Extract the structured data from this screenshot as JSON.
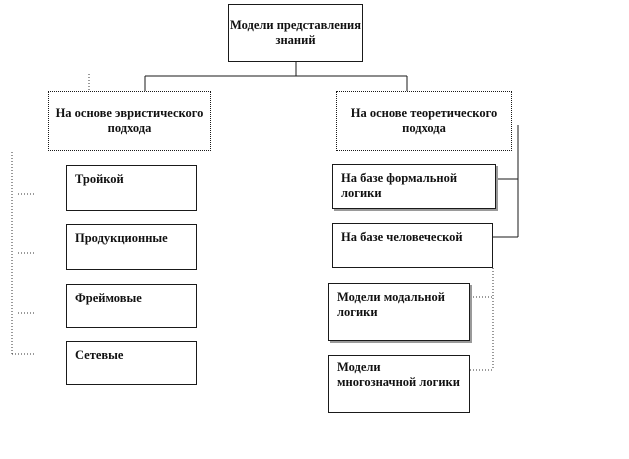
{
  "diagram": {
    "root": {
      "label": "Модели представления знаний"
    },
    "heuristic": {
      "label": "На основе эвристического подхода",
      "children": [
        "Тройкой",
        "Продукционные",
        "Фреймовые",
        "Сетевые"
      ]
    },
    "theoretical": {
      "label": "На основе теоретического подхода",
      "children": [
        "На базе формальной логики",
        "На базе человеческой",
        "Модели модальной логики",
        "Модели многозначной логики"
      ]
    }
  }
}
